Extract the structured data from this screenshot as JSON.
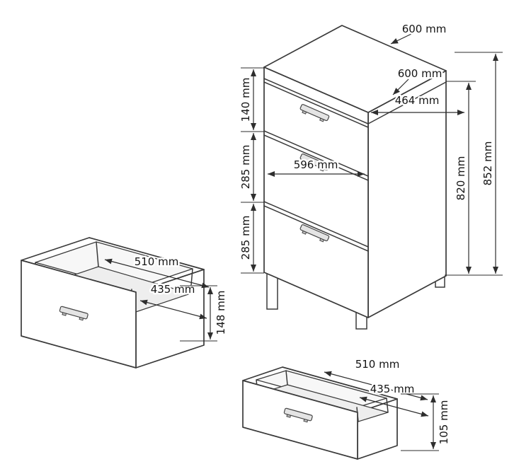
{
  "diagram": {
    "cabinet": {
      "dims": {
        "top_depth": "600 mm",
        "top_width": "600 mm",
        "top_inner_width": "464 mm",
        "top_drawer_height": "140 mm",
        "middle_drawer_height": "285 mm",
        "bottom_drawer_height": "285 mm",
        "front_inner_width": "596 mm",
        "side_height": "820 mm",
        "total_height": "852 mm"
      }
    },
    "drawer_left": {
      "dims": {
        "depth": "510 mm",
        "width": "435 mm",
        "height": "148 mm"
      }
    },
    "drawer_bottom": {
      "dims": {
        "depth": "510 mm",
        "width": "435 mm",
        "height": "105 mm"
      }
    }
  }
}
